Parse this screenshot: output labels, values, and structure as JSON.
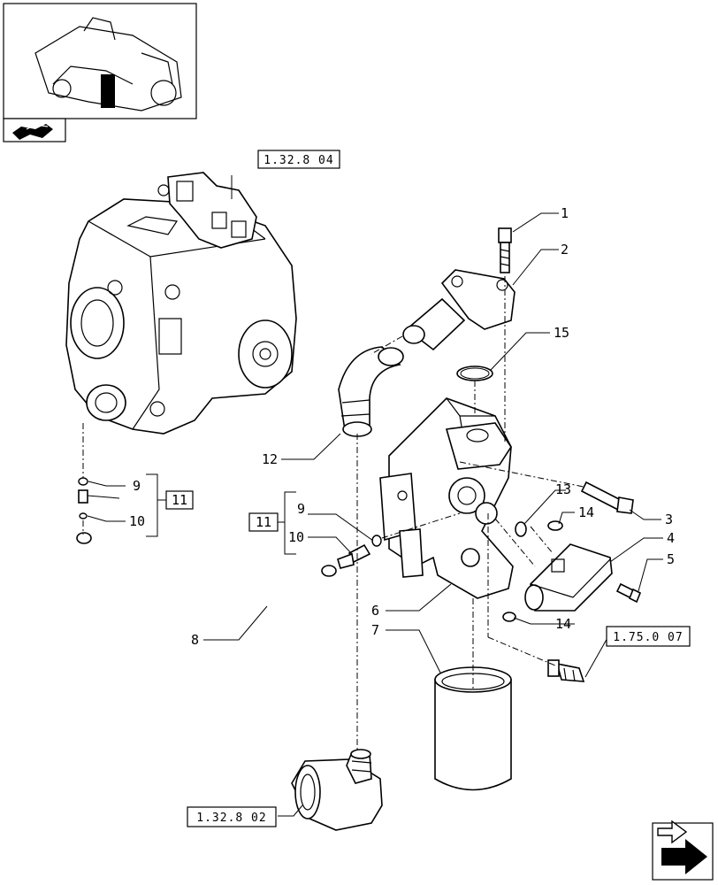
{
  "callouts": [
    "1",
    "2",
    "3",
    "4",
    "5",
    "6",
    "7",
    "8",
    "9",
    "10",
    "11",
    "12",
    "13",
    "14",
    "15"
  ],
  "callout_repeat": {
    "9": "9",
    "10": "10",
    "11": "11",
    "14": "14"
  },
  "refs": {
    "pump_ref": "1.32.8 04",
    "lower_ref": "1.32.8 02",
    "sensor_ref": "1.75.0 07"
  },
  "icons": {
    "thumbnail": "tractor-thumbnail-icon",
    "book": "book-icon",
    "nav_arrow": "next-page-arrow-icon"
  }
}
